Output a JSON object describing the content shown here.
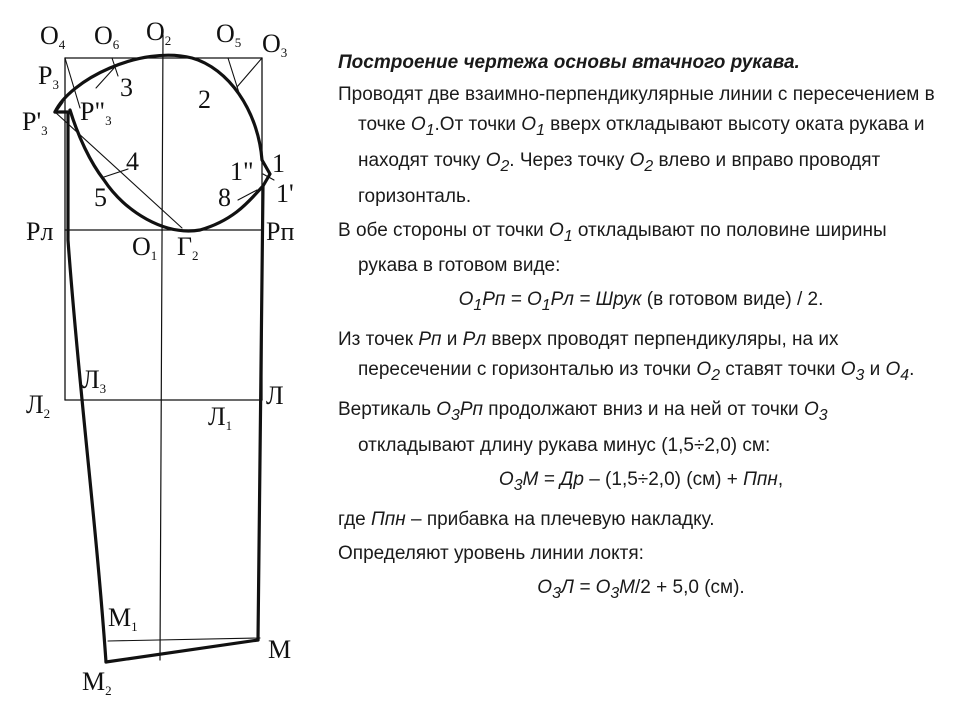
{
  "diagram": {
    "labels": {
      "O4": "O",
      "O4_sub": "4",
      "O6": "O",
      "O6_sub": "6",
      "O2": "O",
      "O2_sub": "2",
      "O5": "O",
      "O5_sub": "5",
      "O3": "O",
      "O3_sub": "3",
      "P3": "P",
      "P3_sub": "3",
      "P3p": "P'",
      "P3p_sub": "3",
      "P3pp": "P\"",
      "P3pp_sub": "3",
      "Pl": "Рл",
      "Pp": "Рп",
      "O1": "O",
      "O1_sub": "1",
      "G2": "Г",
      "G2_sub": "2",
      "L3": "Л",
      "L3_sub": "3",
      "L2": "Л",
      "L2_sub": "2",
      "L": "Л",
      "L1": "Л",
      "L1_sub": "1",
      "M1": "М",
      "M1_sub": "1",
      "M": "М",
      "M2": "М",
      "M2_sub": "2"
    },
    "numbers": {
      "n3": "3",
      "n2": "2",
      "n4": "4",
      "n5": "5",
      "n1pp": "1\"",
      "n1": "1",
      "n8": "8",
      "n1p": "1'"
    }
  },
  "text": {
    "heading": "Построение чертежа основы втачного рукава.",
    "p1": {
      "a": "Проводят две взаимно-перпендикулярные линии с пересечением в точке ",
      "v1": "О",
      "v1s": "1",
      "b": ".От точки ",
      "v2": "О",
      "v2s": "1",
      "c": " вверх откладывают высоту оката рукава и находят точку ",
      "v3": "О",
      "v3s": "2",
      "d": ". Через точку ",
      "v4": "О",
      "v4s": "2",
      "e": " влево и вправо проводят горизонталь."
    },
    "p2": {
      "a": "В обе стороны от точки ",
      "v1": "О",
      "v1s": "1",
      "b": " откладывают по половине ширины рукава в готовом виде:"
    },
    "f1": {
      "o1": "О",
      "s1": "1",
      "a": "Рп = ",
      "o2": "О",
      "s2": "1",
      "b": "Рл = Шрук",
      "c": " (в готовом виде) / 2."
    },
    "p3": {
      "a": "Из точек ",
      "v1": "Рп",
      "b": " и ",
      "v2": "Рл",
      "c": " вверх проводят перпендикуляры, на их пересечении с горизонталью из точки ",
      "v3": "О",
      "v3s": "2",
      "d": " ставят точки ",
      "v4": "О",
      "v4s": "3",
      "e": " и ",
      "v5": "О",
      "v5s": "4",
      "f": "."
    },
    "p4": {
      "a": "Вертикаль ",
      "v1": "О",
      "v1s": "3",
      "v1b": "Рп",
      "b": " продолжают вниз и на ней от точки ",
      "v2": "О",
      "v2s": "3",
      "c": " откладывают длину рукава минус (1,5÷2,0) см:"
    },
    "f2": {
      "o1": "О",
      "s1": "3",
      "a": "М = Др",
      "b": " – (1,5÷2,0) (см) + ",
      "c": "Ппн",
      "d": ","
    },
    "p5": {
      "a": "где ",
      "v1": "Ппн",
      "b": " – прибавка на плечевую накладку."
    },
    "p6": "Определяют уровень линии локтя:",
    "f3": {
      "o1": "О",
      "s1": "3",
      "a": "Л = ",
      "o2": "О",
      "s2": "3",
      "b": "М",
      "c": "/2 + 5,0 (см)."
    }
  }
}
